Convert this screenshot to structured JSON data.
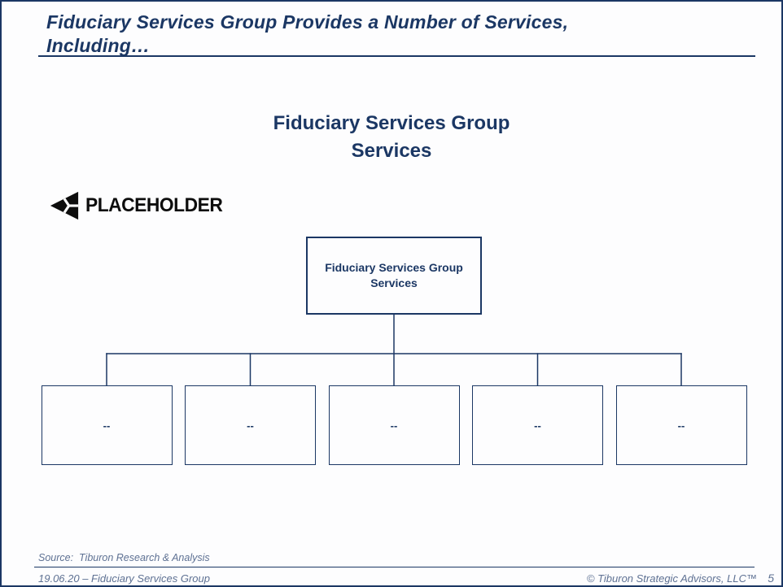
{
  "colors": {
    "navy": "#1b3764",
    "slate": "#5e7193",
    "logo_black": "#0d0d0d",
    "background": "#fdfdfe"
  },
  "title": {
    "line1": "Fiduciary Services Group Provides a Number of Services,",
    "line2": "Including…"
  },
  "heading": {
    "line1": "Fiduciary Services Group",
    "line2": "Services"
  },
  "logo": {
    "text": "PLACEHOLDER",
    "icon": "placeholder-triangle-logo"
  },
  "org_chart": {
    "root": {
      "line1": "Fiduciary Services Group",
      "line2": "Services"
    },
    "children": [
      {
        "label": "--"
      },
      {
        "label": "--"
      },
      {
        "label": "--"
      },
      {
        "label": "--"
      },
      {
        "label": "--"
      }
    ]
  },
  "footer": {
    "source": "Source:  Tiburon Research & Analysis",
    "doc_label": "19.06.20 – Fiduciary Services Group",
    "copyright": "© Tiburon Strategic Advisors, LLC™",
    "page_number": "5"
  }
}
